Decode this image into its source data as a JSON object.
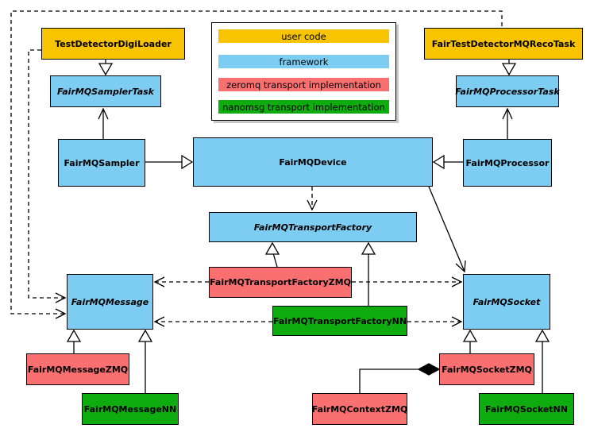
{
  "legend": {
    "items": [
      {
        "id": "user-code",
        "label": "user code"
      },
      {
        "id": "framework",
        "label": "framework"
      },
      {
        "id": "zeromq",
        "label": "zeromq transport implementation"
      },
      {
        "id": "nanomsg",
        "label": "nanomsg transport implementation"
      }
    ]
  },
  "nodes": {
    "testDetectorDigiLoader": {
      "label": "TestDetectorDigiLoader",
      "category": "user-code",
      "abstract": false
    },
    "fairTestDetectorMQRecoTask": {
      "label": "FairTestDetectorMQRecoTask",
      "category": "user-code",
      "abstract": false
    },
    "fairMQSamplerTask": {
      "label": "FairMQSamplerTask",
      "category": "framework",
      "abstract": true
    },
    "fairMQProcessorTask": {
      "label": "FairMQProcessorTask",
      "category": "framework",
      "abstract": true
    },
    "fairMQSampler": {
      "label": "FairMQSampler",
      "category": "framework",
      "abstract": false
    },
    "fairMQDevice": {
      "label": "FairMQDevice",
      "category": "framework",
      "abstract": false
    },
    "fairMQProcessor": {
      "label": "FairMQProcessor",
      "category": "framework",
      "abstract": false
    },
    "fairMQTransportFactory": {
      "label": "FairMQTransportFactory",
      "category": "framework",
      "abstract": true
    },
    "fairMQTransportFactoryZMQ": {
      "label": "FairMQTransportFactoryZMQ",
      "category": "zeromq",
      "abstract": false
    },
    "fairMQTransportFactoryNN": {
      "label": "FairMQTransportFactoryNN",
      "category": "nanomsg",
      "abstract": false
    },
    "fairMQMessage": {
      "label": "FairMQMessage",
      "category": "framework",
      "abstract": true
    },
    "fairMQSocket": {
      "label": "FairMQSocket",
      "category": "framework",
      "abstract": true
    },
    "fairMQMessageZMQ": {
      "label": "FairMQMessageZMQ",
      "category": "zeromq",
      "abstract": false
    },
    "fairMQMessageNN": {
      "label": "FairMQMessageNN",
      "category": "nanomsg",
      "abstract": false
    },
    "fairMQSocketZMQ": {
      "label": "FairMQSocketZMQ",
      "category": "zeromq",
      "abstract": false
    },
    "fairMQSocketNN": {
      "label": "FairMQSocketNN",
      "category": "nanomsg",
      "abstract": false
    },
    "fairMQContextZMQ": {
      "label": "FairMQContextZMQ",
      "category": "zeromq",
      "abstract": false
    }
  },
  "relations": [
    {
      "from": "TestDetectorDigiLoader",
      "to": "FairMQSamplerTask",
      "type": "inheritance"
    },
    {
      "from": "FairTestDetectorMQRecoTask",
      "to": "FairMQProcessorTask",
      "type": "inheritance"
    },
    {
      "from": "FairMQSampler",
      "to": "FairMQSamplerTask",
      "type": "association"
    },
    {
      "from": "FairMQProcessor",
      "to": "FairMQProcessorTask",
      "type": "association"
    },
    {
      "from": "FairMQSampler",
      "to": "FairMQDevice",
      "type": "inheritance"
    },
    {
      "from": "FairMQProcessor",
      "to": "FairMQDevice",
      "type": "inheritance"
    },
    {
      "from": "FairMQDevice",
      "to": "FairMQTransportFactory",
      "type": "dashed-dependency"
    },
    {
      "from": "FairMQDevice",
      "to": "FairMQSocket",
      "type": "association"
    },
    {
      "from": "FairMQTransportFactoryZMQ",
      "to": "FairMQTransportFactory",
      "type": "inheritance"
    },
    {
      "from": "FairMQTransportFactoryNN",
      "to": "FairMQTransportFactory",
      "type": "inheritance"
    },
    {
      "from": "FairMQTransportFactoryZMQ",
      "to": "FairMQMessage",
      "type": "dashed-dependency"
    },
    {
      "from": "FairMQTransportFactoryZMQ",
      "to": "FairMQSocket",
      "type": "dashed-dependency"
    },
    {
      "from": "FairMQTransportFactoryNN",
      "to": "FairMQMessage",
      "type": "dashed-dependency"
    },
    {
      "from": "FairMQTransportFactoryNN",
      "to": "FairMQSocket",
      "type": "dashed-dependency"
    },
    {
      "from": "TestDetectorDigiLoader",
      "to": "FairMQMessage",
      "type": "dashed-dependency"
    },
    {
      "from": "FairTestDetectorMQRecoTask",
      "to": "FairMQMessage",
      "type": "dashed-dependency"
    },
    {
      "from": "FairMQMessageZMQ",
      "to": "FairMQMessage",
      "type": "inheritance"
    },
    {
      "from": "FairMQMessageNN",
      "to": "FairMQMessage",
      "type": "inheritance"
    },
    {
      "from": "FairMQSocketZMQ",
      "to": "FairMQSocket",
      "type": "inheritance"
    },
    {
      "from": "FairMQSocketNN",
      "to": "FairMQSocket",
      "type": "inheritance"
    },
    {
      "from": "FairMQContextZMQ",
      "to": "FairMQSocketZMQ",
      "type": "composition"
    }
  ],
  "colors": {
    "user_code": "#F8C301",
    "framework": "#7DCCF2",
    "zeromq": "#FA6F6F",
    "nanomsg": "#0FAC0F",
    "line": "#000000",
    "background": "#FFFFFF"
  }
}
